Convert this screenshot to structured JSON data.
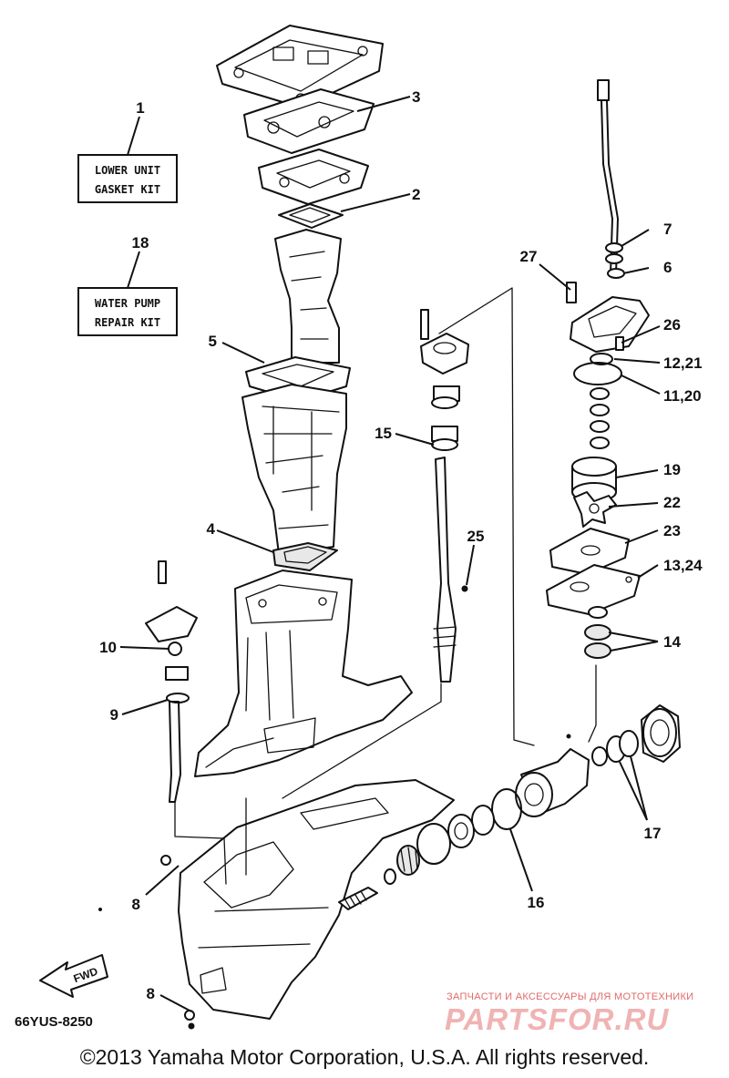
{
  "kits": [
    {
      "number": "1",
      "line1": "LOWER UNIT",
      "line2": "GASKET KIT"
    },
    {
      "number": "18",
      "line1": "WATER PUMP",
      "line2": "REPAIR KIT"
    }
  ],
  "callouts": [
    "3",
    "2",
    "5",
    "4",
    "7",
    "6",
    "27",
    "26",
    "12,21",
    "11,20",
    "15",
    "19",
    "22",
    "23",
    "13,24",
    "25",
    "14",
    "10",
    "9",
    "17",
    "16",
    "8",
    "8"
  ],
  "direction_label": "FWD",
  "drawing_code": "66YUS-8250",
  "copyright": "©2013 Yamaha Motor Corporation, U.S.A. All rights reserved.",
  "watermark": {
    "top_text": "ЗАПЧАСТИ И АКСЕССУАРЫ ДЛЯ МОТОТЕХНИКИ",
    "brand": "PARTSFOR.RU"
  }
}
